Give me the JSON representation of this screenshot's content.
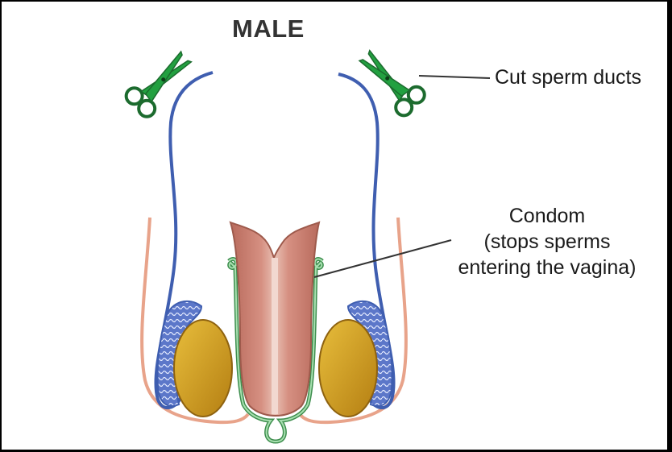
{
  "diagram": {
    "title": "MALE",
    "labels": {
      "cut_ducts": "Cut sperm ducts",
      "condom_line1": "Condom",
      "condom_line2": "(stops sperms",
      "condom_line3": "entering the vagina)"
    }
  },
  "colors": {
    "sperm_duct": "#3f5eb0",
    "scissors": "#22a040",
    "testis": "#d4a020",
    "epididymis": "#5c77c9",
    "scrotum": "#e8a38a",
    "penis": "#c98070",
    "condom": "#6cbf7a",
    "background": "#ffffff",
    "border": "#000000"
  },
  "icons": {
    "left_scissors": "scissors-icon",
    "right_scissors": "scissors-icon"
  }
}
